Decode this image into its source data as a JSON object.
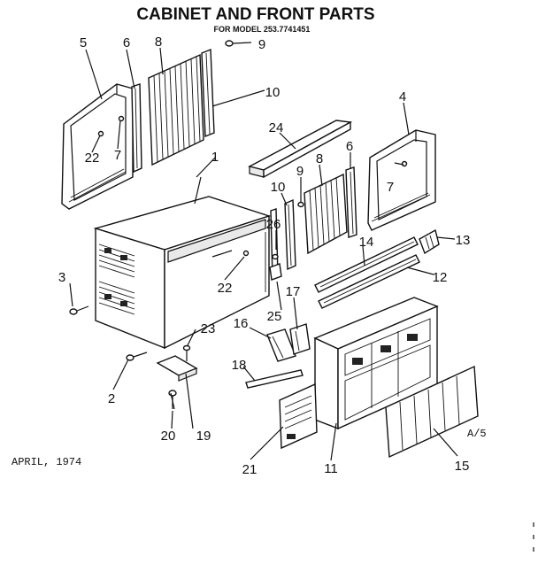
{
  "header": {
    "title": "CABINET AND FRONT PARTS",
    "subtitle": "FOR MODEL 253.7741451"
  },
  "footer": {
    "date": "APRIL, 1974",
    "code": "A/5"
  },
  "callouts": {
    "c1": "1",
    "c2": "2",
    "c3": "3",
    "c4": "4",
    "c5": "5",
    "c6a": "6",
    "c6b": "6",
    "c7a": "7",
    "c7b": "7",
    "c8a": "8",
    "c8b": "8",
    "c9a": "9",
    "c9b": "9",
    "c10a": "10",
    "c10b": "10",
    "c11": "11",
    "c12": "12",
    "c13": "13",
    "c14": "14",
    "c15": "15",
    "c16": "16",
    "c17": "17",
    "c18": "18",
    "c19": "19",
    "c20": "20",
    "c21": "21",
    "c22a": "22",
    "c22b": "22",
    "c23": "23",
    "c24": "24",
    "c25": "25",
    "c26": "26"
  }
}
